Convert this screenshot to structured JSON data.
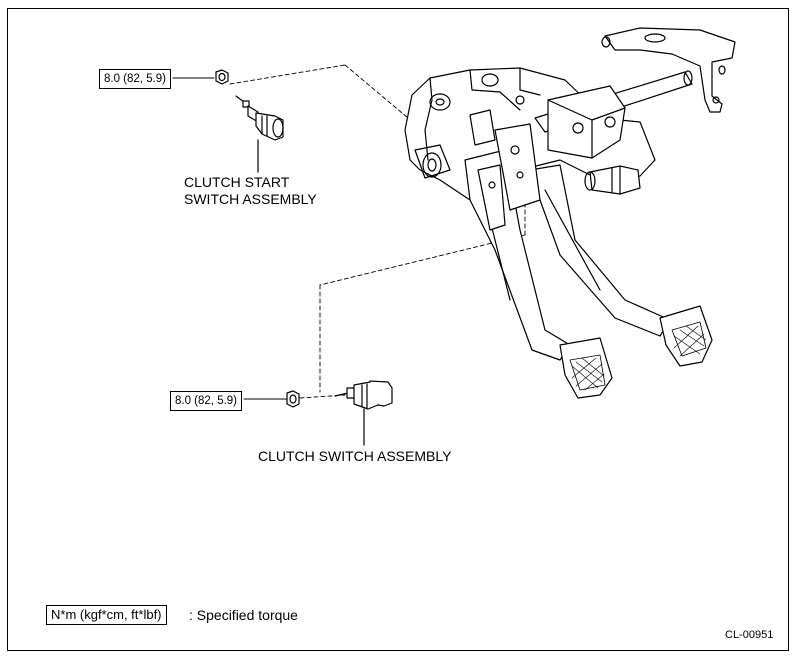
{
  "torque_upper": "8.0 (82, 5.9)",
  "torque_lower": "8.0 (82, 5.9)",
  "label_start_switch_line1": "CLUTCH START",
  "label_start_switch_line2": "SWITCH ASSEMBLY",
  "label_clutch_switch": "CLUTCH SWITCH ASSEMBLY",
  "legend_unit": "N*m (kgf*cm, ft*lbf)",
  "legend_text": ": Specified torque",
  "figure_code": "CL-00951"
}
